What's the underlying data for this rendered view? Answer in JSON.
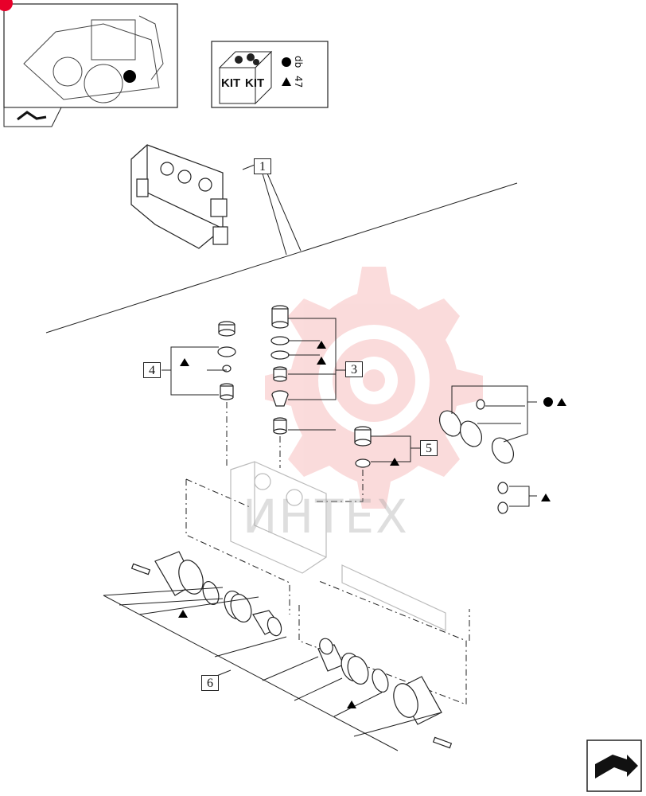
{
  "watermark": {
    "text": "ИНТЕХ",
    "color": "#f08080"
  },
  "kit_box": {
    "label_left": "KIT",
    "label_right": "KIT",
    "ref_1": "db",
    "ref_2": "47"
  },
  "callouts": [
    "1",
    "3",
    "4",
    "5",
    "6"
  ],
  "symbols": {
    "circle": "filled-circle-icon",
    "triangle": "filled-triangle-icon"
  },
  "icons": [
    "tractor-thumbnail",
    "back-arrow-icon",
    "navigation-arrow-icon"
  ],
  "colors": {
    "line": "#222222",
    "accent": "#e8002a",
    "watermark": "#f6b3b3"
  }
}
